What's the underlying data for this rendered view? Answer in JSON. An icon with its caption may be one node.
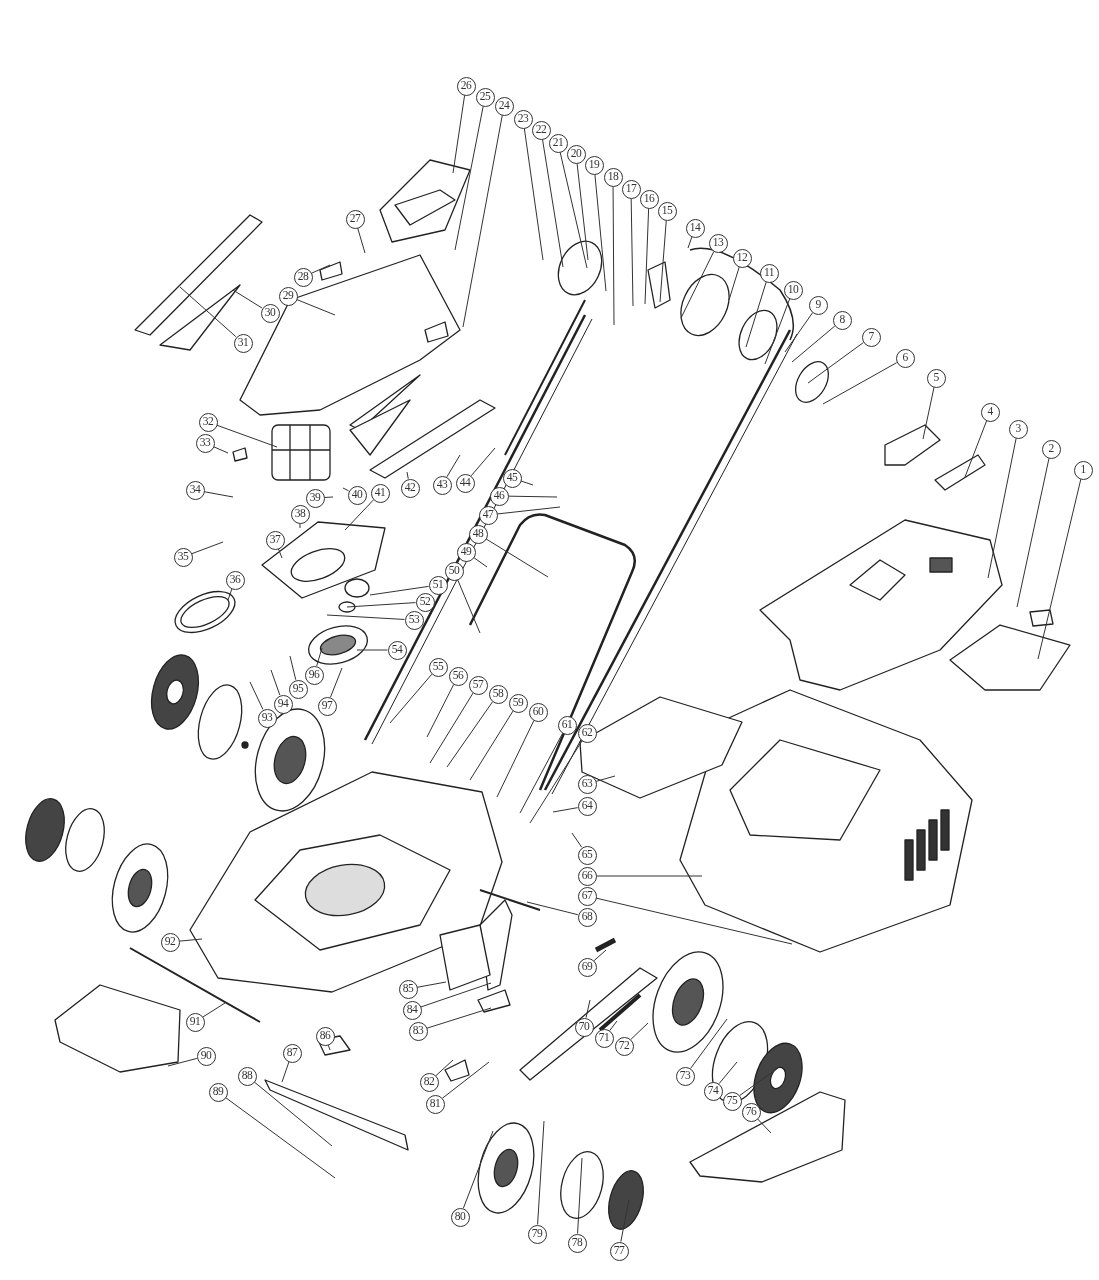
{
  "diagram": {
    "nodes": [
      {
        "text": [
          "1"
        ]
      },
      {
        "text": [
          "2"
        ]
      },
      {
        "text": [
          "3"
        ]
      },
      {
        "text": [
          "4"
        ]
      },
      {
        "text": [
          "5"
        ]
      },
      {
        "text": [
          "6"
        ]
      },
      {
        "text": [
          "7"
        ]
      },
      {
        "text": [
          "8"
        ]
      },
      {
        "text": [
          "9"
        ]
      },
      {
        "text": [
          "10"
        ]
      },
      {
        "text": [
          "11"
        ]
      },
      {
        "text": [
          "12"
        ]
      },
      {
        "text": [
          "13"
        ]
      },
      {
        "text": [
          "14"
        ]
      },
      {
        "text": [
          "15"
        ]
      },
      {
        "text": [
          "16"
        ]
      },
      {
        "text": [
          "17"
        ]
      },
      {
        "text": [
          "18"
        ]
      },
      {
        "text": [
          "19"
        ]
      },
      {
        "text": [
          "20"
        ]
      },
      {
        "text": [
          "21"
        ]
      },
      {
        "text": [
          "22"
        ]
      },
      {
        "text": [
          "23"
        ]
      },
      {
        "text": [
          "24"
        ]
      },
      {
        "text": [
          "25"
        ]
      },
      {
        "text": [
          "26"
        ]
      },
      {
        "text": [
          "27"
        ]
      },
      {
        "text": [
          "28"
        ]
      },
      {
        "text": [
          "29"
        ]
      },
      {
        "text": [
          "30"
        ]
      },
      {
        "text": [
          "31"
        ]
      },
      {
        "text": [
          "32"
        ]
      },
      {
        "text": [
          "33"
        ]
      },
      {
        "text": [
          "34"
        ]
      },
      {
        "text": [
          "35"
        ]
      },
      {
        "text": [
          "36"
        ]
      },
      {
        "text": [
          "37"
        ]
      },
      {
        "text": [
          "38"
        ]
      },
      {
        "text": [
          "39"
        ]
      },
      {
        "text": [
          "40"
        ]
      },
      {
        "text": [
          "41"
        ]
      },
      {
        "text": [
          "42"
        ]
      },
      {
        "text": [
          "43"
        ]
      },
      {
        "text": [
          "44"
        ]
      },
      {
        "text": [
          "45"
        ]
      },
      {
        "text": [
          "46"
        ]
      },
      {
        "text": [
          "47"
        ]
      },
      {
        "text": [
          "48"
        ]
      },
      {
        "text": [
          "49"
        ]
      },
      {
        "text": [
          "50"
        ]
      },
      {
        "text": [
          "51"
        ]
      },
      {
        "text": [
          "52"
        ]
      },
      {
        "text": [
          "53"
        ]
      },
      {
        "text": [
          "54"
        ]
      },
      {
        "text": [
          "55"
        ]
      },
      {
        "text": [
          "56"
        ]
      },
      {
        "text": [
          "57"
        ]
      },
      {
        "text": [
          "58"
        ]
      },
      {
        "text": [
          "59"
        ]
      },
      {
        "text": [
          "60"
        ]
      },
      {
        "text": [
          "61"
        ]
      },
      {
        "text": [
          "62"
        ]
      },
      {
        "text": [
          "63"
        ]
      },
      {
        "text": [
          "64"
        ]
      },
      {
        "text": [
          "65"
        ]
      },
      {
        "text": [
          "66"
        ]
      },
      {
        "text": [
          "67"
        ]
      },
      {
        "text": [
          "68"
        ]
      },
      {
        "text": [
          "69"
        ]
      },
      {
        "text": [
          "70"
        ]
      },
      {
        "text": [
          "71"
        ]
      },
      {
        "text": [
          "72"
        ]
      },
      {
        "text": [
          "73"
        ]
      },
      {
        "text": [
          "74"
        ]
      },
      {
        "text": [
          "75"
        ]
      },
      {
        "text": [
          "76"
        ]
      },
      {
        "text": [
          "77"
        ]
      },
      {
        "text": [
          "78"
        ]
      },
      {
        "text": [
          "79"
        ]
      },
      {
        "text": [
          "80"
        ]
      },
      {
        "text": [
          "81"
        ]
      },
      {
        "text": [
          "82"
        ]
      },
      {
        "text": [
          "83"
        ]
      },
      {
        "text": [
          "84"
        ]
      },
      {
        "text": [
          "85"
        ]
      },
      {
        "text": [
          "86"
        ]
      },
      {
        "text": [
          "87"
        ]
      },
      {
        "text": [
          "88"
        ]
      },
      {
        "text": [
          "89"
        ]
      },
      {
        "text": [
          "90"
        ]
      },
      {
        "text": [
          "91"
        ]
      },
      {
        "text": [
          "92"
        ]
      },
      {
        "text": [
          "93"
        ]
      },
      {
        "text": [
          "94"
        ]
      },
      {
        "text": [
          "95"
        ]
      },
      {
        "text": [
          "96"
        ]
      },
      {
        "text": [
          "97"
        ]
      }
    ],
    "edges": [
      {
        "from": 0,
        "to": null,
        "arrow": "none"
      },
      {
        "from": 1,
        "to": null,
        "arrow": "none"
      },
      {
        "from": 2,
        "to": null,
        "arrow": "none"
      },
      {
        "from": 3,
        "to": null,
        "arrow": "none"
      },
      {
        "from": 4,
        "to": null,
        "arrow": "none"
      },
      {
        "from": 5,
        "to": null,
        "arrow": "none"
      },
      {
        "from": 6,
        "to": null,
        "arrow": "none"
      },
      {
        "from": 7,
        "to": null,
        "arrow": "none"
      },
      {
        "from": 8,
        "to": null,
        "arrow": "none"
      },
      {
        "from": 9,
        "to": null,
        "arrow": "none"
      },
      {
        "from": 10,
        "to": null,
        "arrow": "none"
      },
      {
        "from": 11,
        "to": null,
        "arrow": "none"
      },
      {
        "from": 12,
        "to": null,
        "arrow": "none"
      },
      {
        "from": 13,
        "to": null,
        "arrow": "none"
      },
      {
        "from": 14,
        "to": null,
        "arrow": "none"
      },
      {
        "from": 15,
        "to": null,
        "arrow": "none"
      },
      {
        "from": 16,
        "to": null,
        "arrow": "none"
      },
      {
        "from": 17,
        "to": null,
        "arrow": "none"
      },
      {
        "from": 18,
        "to": null,
        "arrow": "none"
      },
      {
        "from": 19,
        "to": null,
        "arrow": "none"
      },
      {
        "from": 20,
        "to": null,
        "arrow": "none"
      },
      {
        "from": 21,
        "to": null,
        "arrow": "none"
      },
      {
        "from": 22,
        "to": null,
        "arrow": "none"
      },
      {
        "from": 23,
        "to": null,
        "arrow": "none"
      },
      {
        "from": 24,
        "to": null,
        "arrow": "none"
      },
      {
        "from": 25,
        "to": null,
        "arrow": "none"
      },
      {
        "from": 26,
        "to": null,
        "arrow": "none"
      },
      {
        "from": 27,
        "to": null,
        "arrow": "none"
      },
      {
        "from": 28,
        "to": null,
        "arrow": "none"
      },
      {
        "from": 29,
        "to": null,
        "arrow": "none"
      },
      {
        "from": 30,
        "to": null,
        "arrow": "none"
      },
      {
        "from": 31,
        "to": null,
        "arrow": "none"
      },
      {
        "from": 32,
        "to": null,
        "arrow": "none"
      },
      {
        "from": 33,
        "to": null,
        "arrow": "none"
      },
      {
        "from": 34,
        "to": null,
        "arrow": "none"
      },
      {
        "from": 35,
        "to": null,
        "arrow": "none"
      },
      {
        "from": 36,
        "to": null,
        "arrow": "none"
      },
      {
        "from": 37,
        "to": null,
        "arrow": "none"
      },
      {
        "from": 38,
        "to": null,
        "arrow": "none"
      },
      {
        "from": 39,
        "to": null,
        "arrow": "none"
      },
      {
        "from": 40,
        "to": null,
        "arrow": "none"
      },
      {
        "from": 41,
        "to": null,
        "arrow": "none"
      },
      {
        "from": 42,
        "to": null,
        "arrow": "none"
      },
      {
        "from": 43,
        "to": null,
        "arrow": "none"
      },
      {
        "from": 44,
        "to": null,
        "arrow": "none"
      },
      {
        "from": 45,
        "to": null,
        "arrow": "none"
      },
      {
        "from": 46,
        "to": null,
        "arrow": "none"
      },
      {
        "from": 47,
        "to": null,
        "arrow": "none"
      },
      {
        "from": 48,
        "to": null,
        "arrow": "none"
      },
      {
        "from": 49,
        "to": null,
        "arrow": "none"
      },
      {
        "from": 50,
        "to": null,
        "arrow": "none"
      },
      {
        "from": 51,
        "to": null,
        "arrow": "none"
      },
      {
        "from": 52,
        "to": null,
        "arrow": "none"
      },
      {
        "from": 53,
        "to": null,
        "arrow": "none"
      },
      {
        "from": 54,
        "to": null,
        "arrow": "none"
      },
      {
        "from": 55,
        "to": null,
        "arrow": "none"
      },
      {
        "from": 56,
        "to": null,
        "arrow": "none"
      },
      {
        "from": 57,
        "to": null,
        "arrow": "none"
      },
      {
        "from": 58,
        "to": null,
        "arrow": "none"
      },
      {
        "from": 59,
        "to": null,
        "arrow": "none"
      },
      {
        "from": 60,
        "to": null,
        "arrow": "none"
      },
      {
        "from": 61,
        "to": null,
        "arrow": "none"
      },
      {
        "from": 62,
        "to": null,
        "arrow": "none"
      },
      {
        "from": 63,
        "to": null,
        "arrow": "none"
      },
      {
        "from": 64,
        "to": null,
        "arrow": "none"
      },
      {
        "from": 65,
        "to": null,
        "arrow": "none"
      },
      {
        "from": 66,
        "to": null,
        "arrow": "none"
      },
      {
        "from": 67,
        "to": null,
        "arrow": "none"
      },
      {
        "from": 68,
        "to": null,
        "arrow": "none"
      },
      {
        "from": 69,
        "to": null,
        "arrow": "none"
      },
      {
        "from": 70,
        "to": null,
        "arrow": "none"
      },
      {
        "from": 71,
        "to": null,
        "arrow": "none"
      },
      {
        "from": 72,
        "to": null,
        "arrow": "none"
      },
      {
        "from": 73,
        "to": null,
        "arrow": "none"
      },
      {
        "from": 74,
        "to": null,
        "arrow": "none"
      },
      {
        "from": 75,
        "to": null,
        "arrow": "none"
      },
      {
        "from": 76,
        "to": null,
        "arrow": "none"
      },
      {
        "from": 77,
        "to": null,
        "arrow": "none"
      },
      {
        "from": 78,
        "to": null,
        "arrow": "none"
      },
      {
        "from": 79,
        "to": null,
        "arrow": "none"
      },
      {
        "from": 80,
        "to": null,
        "arrow": "none"
      },
      {
        "from": 81,
        "to": null,
        "arrow": "none"
      },
      {
        "from": 82,
        "to": null,
        "arrow": "none"
      },
      {
        "from": 83,
        "to": null,
        "arrow": "none"
      },
      {
        "from": 84,
        "to": null,
        "arrow": "none"
      },
      {
        "from": 85,
        "to": null,
        "arrow": "none"
      },
      {
        "from": 86,
        "to": null,
        "arrow": "none"
      },
      {
        "from": 87,
        "to": null,
        "arrow": "none"
      },
      {
        "from": 88,
        "to": null,
        "arrow": "none"
      },
      {
        "from": 89,
        "to": null,
        "arrow": "none"
      },
      {
        "from": 90,
        "to": null,
        "arrow": "none"
      },
      {
        "from": 91,
        "to": null,
        "arrow": "none"
      },
      {
        "from": 92,
        "to": null,
        "arrow": "none"
      },
      {
        "from": 93,
        "to": null,
        "arrow": "none"
      },
      {
        "from": 94,
        "to": null,
        "arrow": "none"
      },
      {
        "from": 95,
        "to": null,
        "arrow": "none"
      },
      {
        "from": 96,
        "to": null,
        "arrow": "none"
      }
    ]
  }
}
